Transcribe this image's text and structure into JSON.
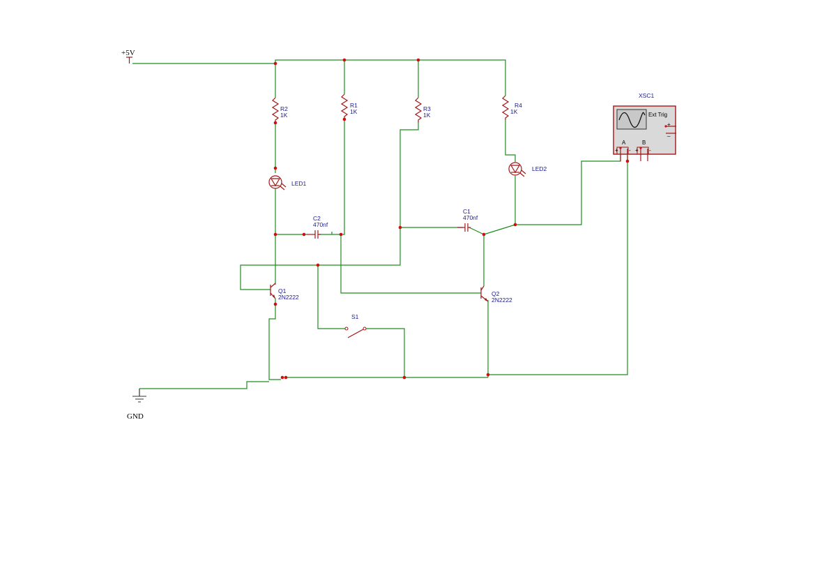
{
  "power": {
    "label": "+5V"
  },
  "ground": {
    "label": "GND"
  },
  "resistors": [
    {
      "ref": "R2",
      "value": "1K"
    },
    {
      "ref": "R1",
      "value": "1K"
    },
    {
      "ref": "R3",
      "value": "1K"
    },
    {
      "ref": "R4",
      "value": "1K"
    }
  ],
  "leds": [
    {
      "ref": "LED1"
    },
    {
      "ref": "LED2"
    }
  ],
  "capacitors": [
    {
      "ref": "C2",
      "value": "470nf"
    },
    {
      "ref": "C1",
      "value": "470nf"
    }
  ],
  "transistors": [
    {
      "ref": "Q1",
      "model": "2N2222"
    },
    {
      "ref": "Q2",
      "model": "2N2222"
    }
  ],
  "switch": {
    "ref": "S1"
  },
  "oscilloscope": {
    "ref": "XSC1",
    "ext_trig": "Ext Trig",
    "channel_a": "A",
    "channel_b": "B",
    "plus": "+",
    "minus": "_"
  },
  "colors": {
    "wire": "#1e8c1e",
    "component": "#a31515",
    "junction": "#cc1010",
    "label": "#1a1a8c"
  }
}
